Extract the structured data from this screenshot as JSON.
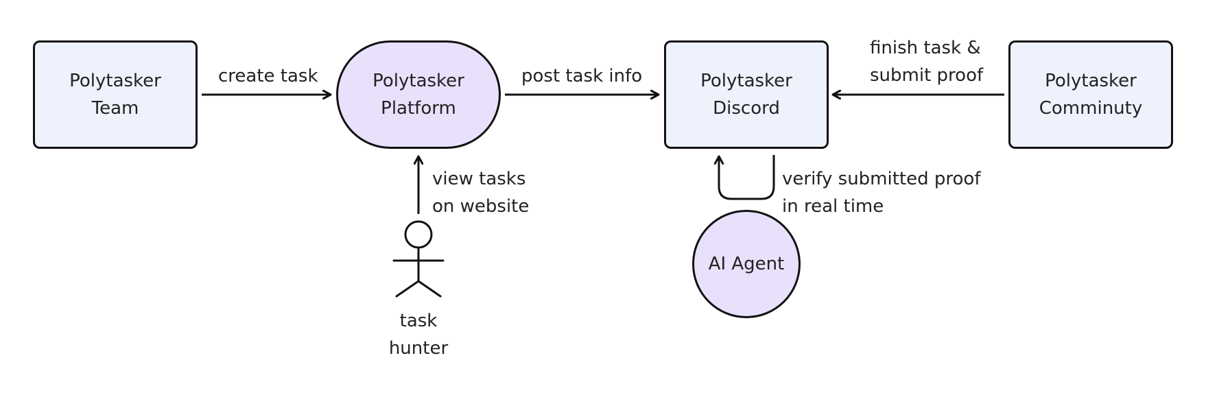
{
  "colors": {
    "box_fill": "#EEF2FC",
    "accent_fill": "#E9E0FC",
    "stroke": "#111111",
    "text": "#222222"
  },
  "nodes": {
    "team": "Polytasker\nTeam",
    "platform": "Polytasker\nPlatform",
    "discord": "Polytasker\nDiscord",
    "community": "Polytasker\nComminuty",
    "agent": "AI Agent",
    "hunter": "task\nhunter"
  },
  "edges": {
    "create_task": "create task",
    "post_task_info": "post task info",
    "finish_submit": "finish task &\nsubmit proof",
    "view_tasks": "view tasks\non website",
    "verify_proof": "verify submitted proof\nin real time"
  },
  "icons": {
    "hunter": "stick-figure-icon"
  }
}
